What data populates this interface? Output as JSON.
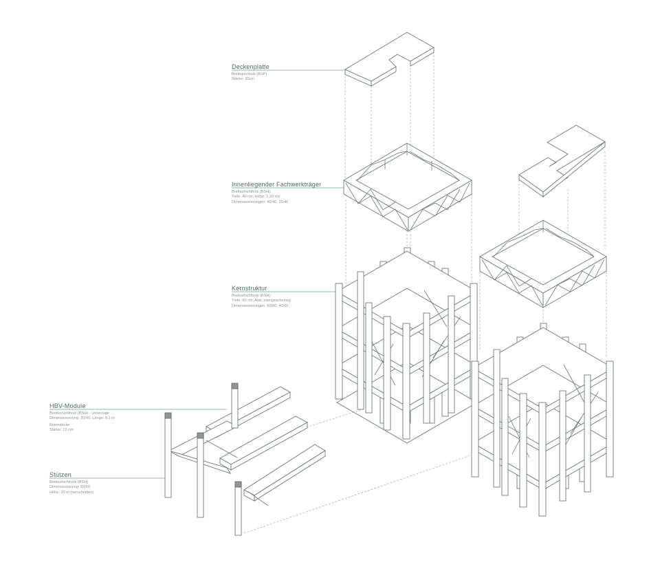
{
  "labels": {
    "deckenplatte": {
      "title": "Deckenplatte",
      "lines": [
        "Brettsperrholz (BSP)",
        "Stärke: 30cm"
      ]
    },
    "fachwerk": {
      "title": "Innenliegender Fachwerkträger",
      "lines": [
        "Brettschichtholz (BSH)",
        "Tiefe: 40 cm, Höhe: 1,10 cm",
        "Dimensionierungen: 40/40, 25/40"
      ]
    },
    "kern": {
      "title": "Kernstruktur",
      "lines": [
        "Brettschichtholz (BSH)",
        "Tiefe: 60 cm, Abb. zweigeschossig",
        "Dimensionierungen: 60/60, 40/60"
      ]
    },
    "hbv": {
      "title": "HBV-Module",
      "lines": [
        "Brettschichtholz (BSH) - Unterzüge",
        "Dimensionierung: 20/40, Länge: 8,1 m",
        "Betondecke",
        "Stärke: 12 cm"
      ]
    },
    "stuetzen": {
      "title": "Stützen",
      "lines": [
        "Brettschichtholz (BSH)",
        "Dimensionierung: 60/60",
        "Höhe: 20 m (verschnitten)"
      ]
    }
  },
  "colors": {
    "line": "#6a7a76",
    "leader": "#6aa39a",
    "title": "#4f6b66",
    "text": "#8a9592",
    "dark": "#8f9694"
  }
}
